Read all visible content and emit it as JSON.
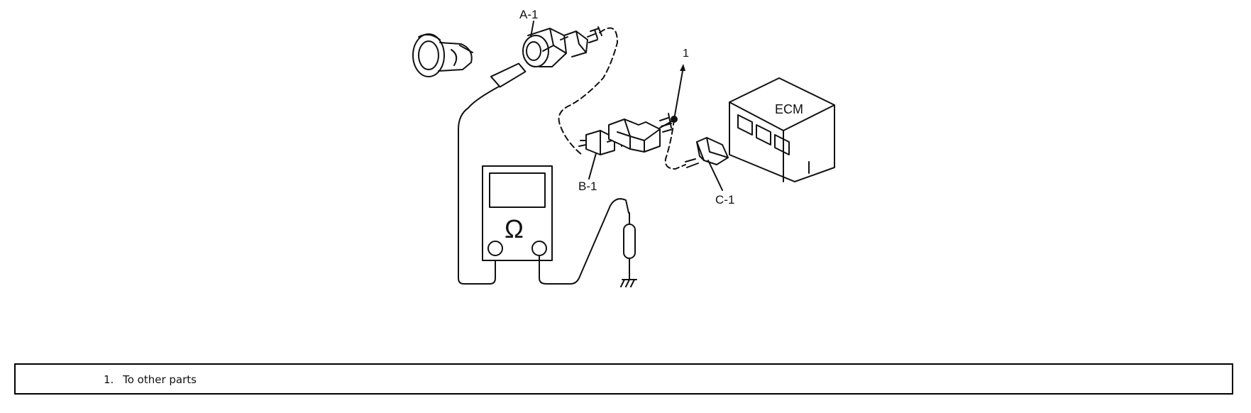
{
  "diagram": {
    "labels": {
      "a1": "A-1",
      "b1": "B-1",
      "c1": "C-1",
      "callout": "1",
      "ecm": "ECM",
      "ohm": "Ω"
    }
  },
  "legend": {
    "items": [
      {
        "number": "1.",
        "text": "To other parts"
      }
    ]
  }
}
